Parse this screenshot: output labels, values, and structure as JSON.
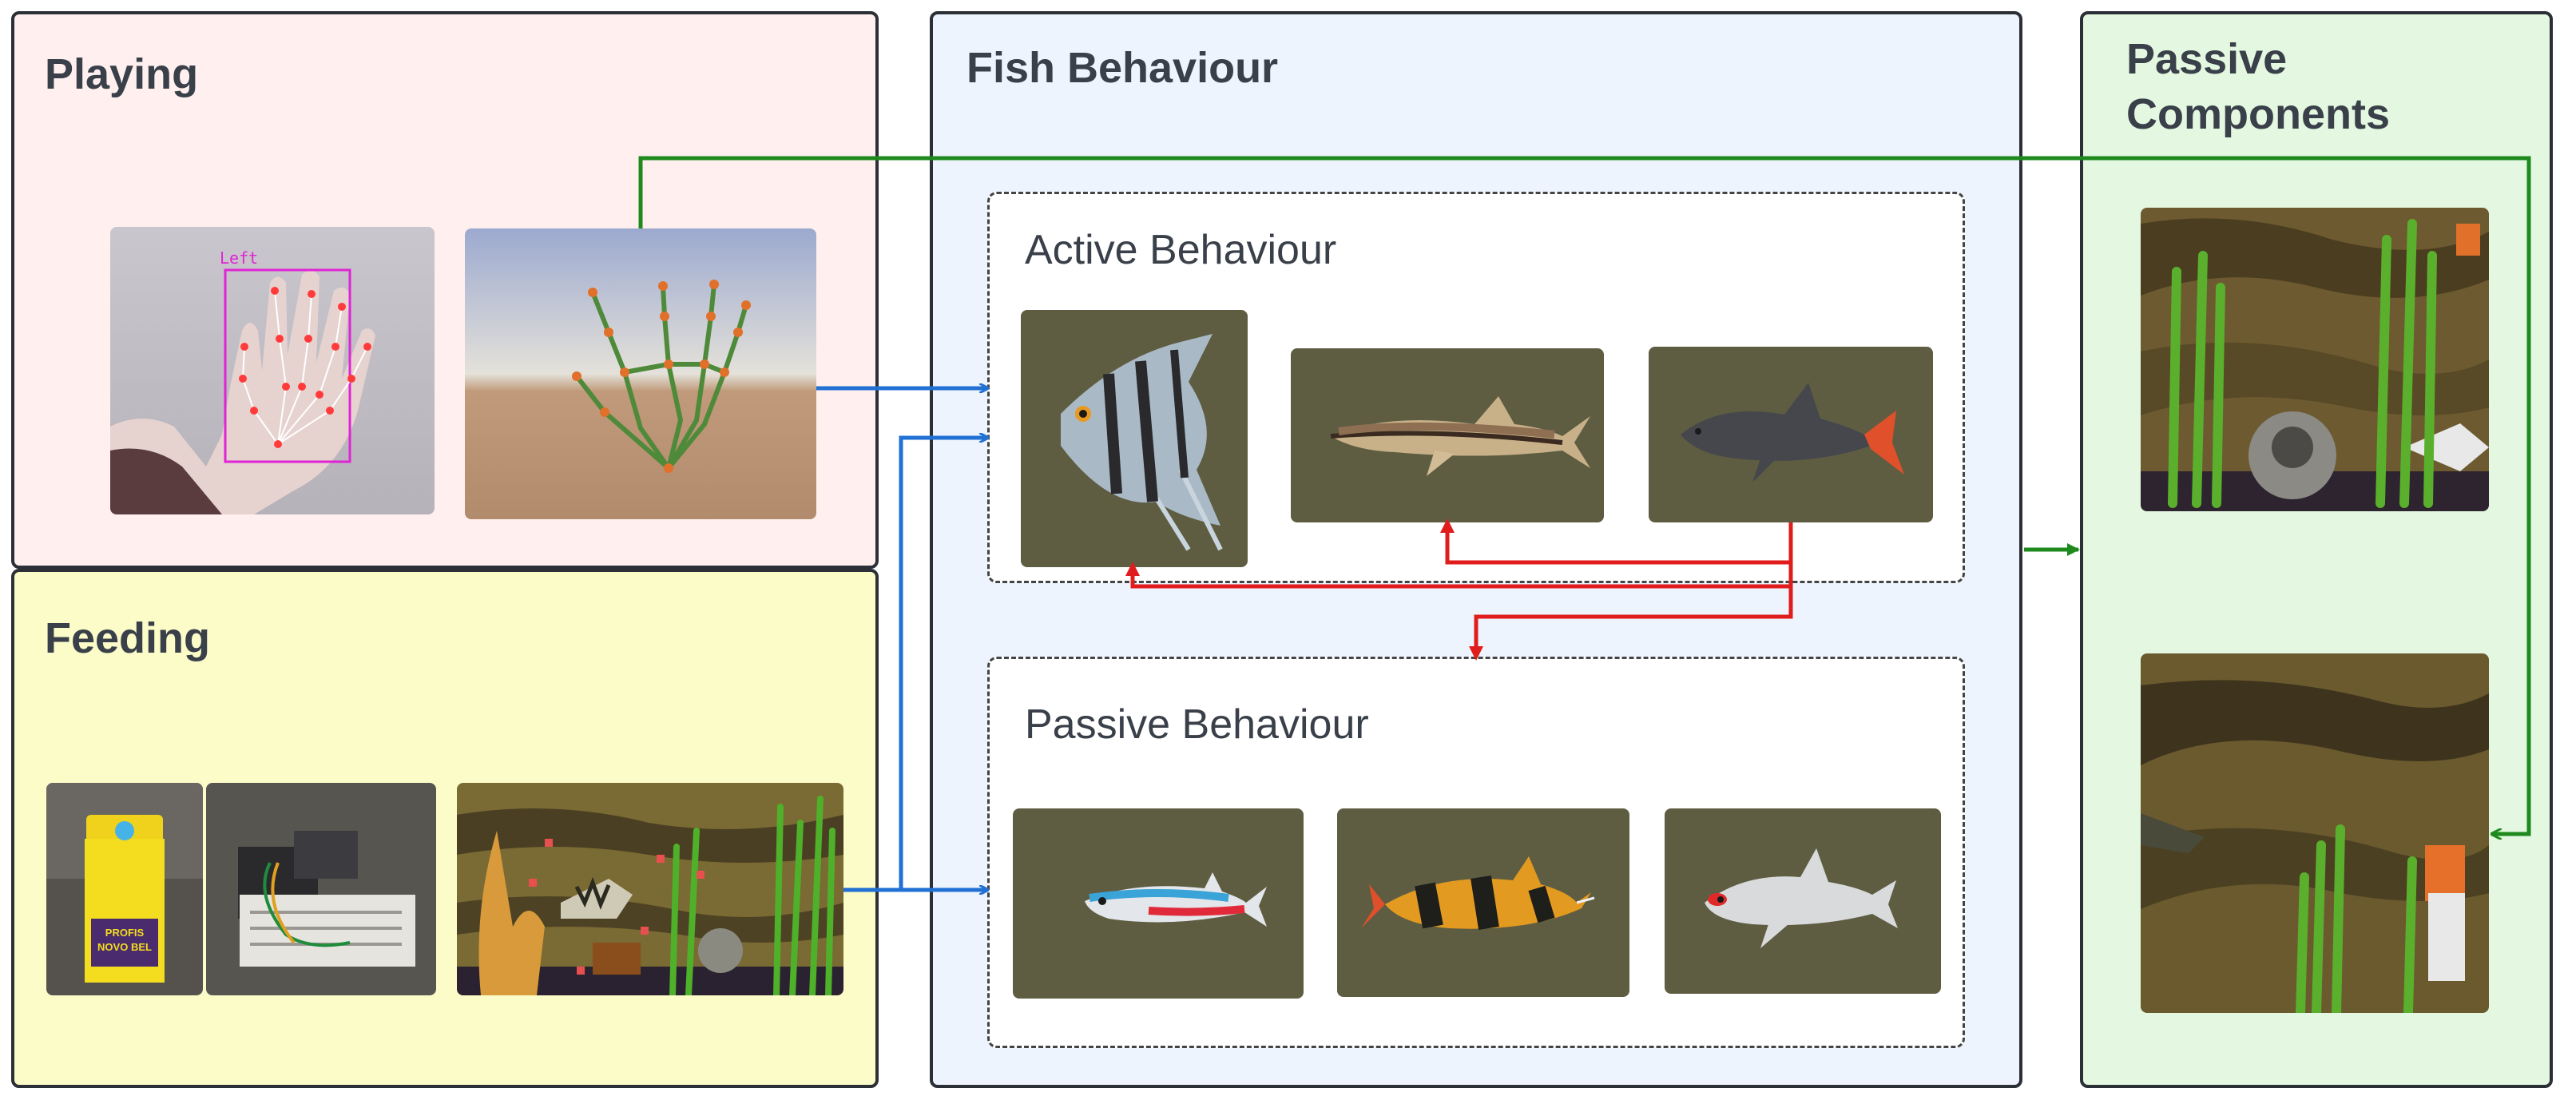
{
  "panels": {
    "playing": {
      "title": "Playing",
      "hand_label": "Left"
    },
    "feeding": {
      "title": "Feeding",
      "can_text_1": "PROFIS",
      "can_text_2": "NOVO BEL"
    },
    "fish_behaviour": {
      "title": "Fish Behaviour",
      "active": {
        "title": "Active Behaviour"
      },
      "passive": {
        "title": "Passive Behaviour"
      }
    },
    "passive_components": {
      "title_line1": "Passive",
      "title_line2": "Components"
    }
  },
  "images": {
    "hand_photo": "hand-photo-icon",
    "hand_skeleton": "hand-skeleton-icon",
    "fish_food_can": "fish-food-can-icon",
    "microcontroller": "breadboard-icon",
    "aquarium_scene": "aquarium-scene-icon",
    "angelfish": "angelfish-icon",
    "loach": "loach-icon",
    "redtail_shark": "redtail-shark-icon",
    "neon_tetra": "neon-tetra-icon",
    "clown_loach": "clown-loach-icon",
    "white_fish": "white-fish-icon",
    "decor_top": "diver-helmet-plants-icon",
    "decor_bottom": "rock-wall-plants-icon"
  },
  "colors": {
    "playing_bg": "#fff0ef",
    "feeding_bg": "#fcfcc9",
    "fish_bg": "#edf4fe",
    "passive_bg": "#e4f8e1",
    "blue_arrow": "#2170d4",
    "red_arrow": "#e01c1c",
    "green_arrow": "#1e8a1e",
    "fish_tile": "#5e5d42"
  }
}
